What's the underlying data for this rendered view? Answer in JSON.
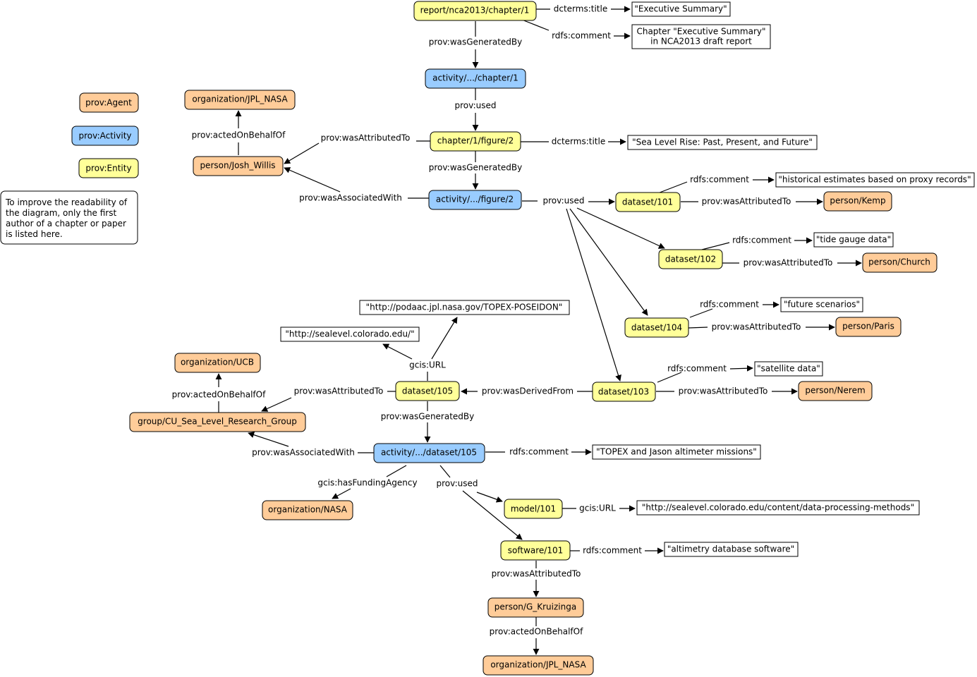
{
  "legend": {
    "agent": "prov:Agent",
    "activity": "prov:Activity",
    "entity": "prov:Entity",
    "note": [
      "To improve the readability of",
      "the diagram, only the first",
      "author of a chapter or paper",
      "is listed here."
    ]
  },
  "nodes": {
    "chapter": "report/nca2013/chapter/1",
    "lit_exec": "\"Executive Summary\"",
    "lit_chapter_comment": [
      "Chapter \"Executive Summary\"",
      "in NCA2013 draft report"
    ],
    "act_chapter": "activity/.../chapter/1",
    "figure": "chapter/1/figure/2",
    "lit_figtitle": "\"Sea Level Rise: Past, Present, and Future\"",
    "act_figure": "activity/.../figure/2",
    "org_jpl_top": "organization/JPL_NASA",
    "josh": "person/Josh_Willis",
    "ds101": "dataset/101",
    "lit_hist": "\"historical estimates based on proxy records\"",
    "kemp": "person/Kemp",
    "ds102": "dataset/102",
    "lit_tide": "\"tide gauge data\"",
    "church": "person/Church",
    "ds104": "dataset/104",
    "lit_future": "\"future scenarios\"",
    "paris": "person/Paris",
    "ds103": "dataset/103",
    "lit_sat": "\"satellite data\"",
    "nerem": "person/Nerem",
    "ds105": "dataset/105",
    "lit_podaac": "\"http://podaac.jpl.nasa.gov/TOPEX-POSEIDON\"",
    "lit_sealevel": "\"http://sealevel.colorado.edu/\"",
    "org_ucb": "organization/UCB",
    "cu_group": "group/CU_Sea_Level_Research_Group",
    "act_ds105": "activity/.../dataset/105",
    "lit_topex": "\"TOPEX and Jason altimeter missions\"",
    "org_nasa": "organization/NASA",
    "model101": "model/101",
    "lit_methods": "\"http://sealevel.colorado.edu/content/data-processing-methods\"",
    "sw101": "software/101",
    "lit_altimetry": "\"altimetry database software\"",
    "kruizinga": "person/G_Kruizinga",
    "org_jpl_bottom": "organization/JPL_NASA"
  },
  "edges": {
    "chapter_title": "dcterms:title",
    "chapter_comment": "rdfs:comment",
    "chapter_generated": "prov:wasGeneratedBy",
    "actchapter_used": "prov:used",
    "figure_attributed": "prov:wasAttributedTo",
    "figure_title": "dcterms:title",
    "figure_generated": "prov:wasGeneratedBy",
    "josh_behalf": "prov:actedOnBehalfOf",
    "actfigure_associated": "prov:wasAssociatedWith",
    "actfigure_used": "prov:used",
    "ds101_comment": "rdfs:comment",
    "ds101_attributed": "prov:wasAttributedTo",
    "ds102_comment": "rdfs:comment",
    "ds102_attributed": "prov:wasAttributedTo",
    "ds104_comment": "rdfs:comment",
    "ds104_attributed": "prov:wasAttributedTo",
    "ds103_comment": "rdfs:comment",
    "ds103_attributed": "prov:wasAttributedTo",
    "ds103_derived": "prov:wasDerivedFrom",
    "ds105_url": "gcis:URL",
    "ds105_attributed": "prov:wasAttributedTo",
    "cu_behalf": "prov:actedOnBehalfOf",
    "ds105_generated": "prov:wasGeneratedBy",
    "actds105_associated": "prov:wasAssociatedWith",
    "actds105_comment": "rdfs:comment",
    "actds105_funding": "gcis:hasFundingAgency",
    "actds105_used": "prov:used",
    "model_url": "gcis:URL",
    "sw_comment": "rdfs:comment",
    "sw_attributed": "prov:wasAttributedTo",
    "kruizinga_behalf": "prov:actedOnBehalfOf"
  }
}
